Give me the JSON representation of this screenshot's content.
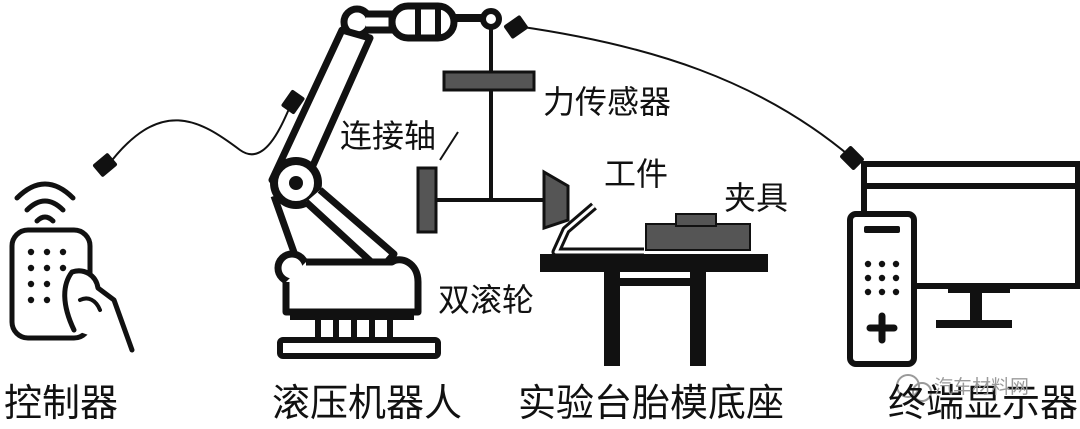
{
  "labels": {
    "controller": "控制器",
    "robot": "滚压机器人",
    "base": "实验台胎模底座",
    "terminal": "终端显示器",
    "shaft": "连接轴",
    "sensor": "力传感器",
    "workpiece": "工件",
    "fixture": "夹具",
    "rollers": "双滚轮"
  },
  "watermark": "汽车材料网",
  "colors": {
    "ink": "#111111",
    "gray_part": "#555555",
    "watermark": "#9a9a9a"
  }
}
